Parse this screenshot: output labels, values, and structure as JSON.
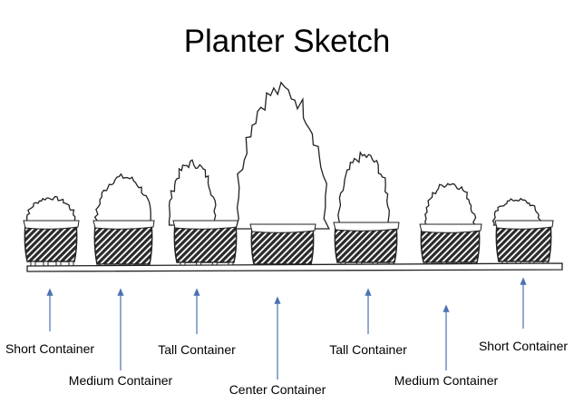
{
  "title": "Planter Sketch",
  "containers": [
    {
      "label": "Short Container"
    },
    {
      "label": "Medium Container"
    },
    {
      "label": "Tall Container"
    },
    {
      "label": "Center Container"
    },
    {
      "label": "Tall Container"
    },
    {
      "label": "Medium Container"
    },
    {
      "label": "Short Container"
    }
  ],
  "colors": {
    "arrow": "#4a72b0",
    "ink": "#222222"
  }
}
